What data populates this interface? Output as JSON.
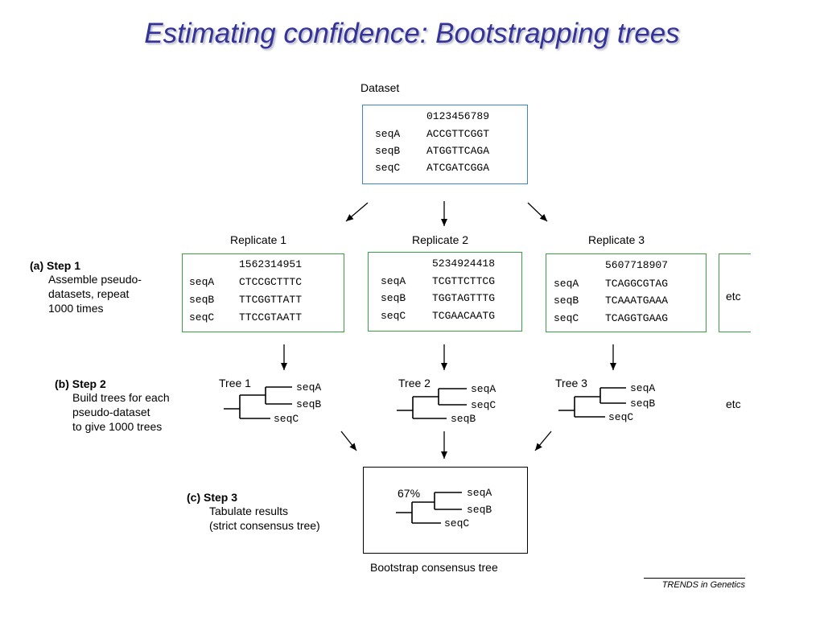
{
  "title": "Estimating confidence: Bootstrapping trees",
  "dataset": {
    "label": "Dataset",
    "header": "0123456789",
    "rows": [
      {
        "name": "seqA",
        "seq": "ACCGTTCGGT"
      },
      {
        "name": "seqB",
        "seq": "ATGGTTCAGA"
      },
      {
        "name": "seqC",
        "seq": "ATCGATCGGA"
      }
    ]
  },
  "replicates": [
    {
      "label": "Replicate 1",
      "header": "1562314951",
      "rows": [
        {
          "name": "seqA",
          "seq": "CTCCGCTTTC"
        },
        {
          "name": "seqB",
          "seq": "TTCGGTTATT"
        },
        {
          "name": "seqC",
          "seq": "TTCCGTAATT"
        }
      ]
    },
    {
      "label": "Replicate 2",
      "header": "5234924418",
      "rows": [
        {
          "name": "seqA",
          "seq": "TCGTTCTTCG"
        },
        {
          "name": "seqB",
          "seq": "TGGTAGTTTG"
        },
        {
          "name": "seqC",
          "seq": "TCGAACAATG"
        }
      ]
    },
    {
      "label": "Replicate 3",
      "header": "5607718907",
      "rows": [
        {
          "name": "seqA",
          "seq": "TCAGGCGTAG"
        },
        {
          "name": "seqB",
          "seq": "TCAAATGAAA"
        },
        {
          "name": "seqC",
          "seq": "TCAGGTGAAG"
        }
      ]
    }
  ],
  "etc_label": "etc",
  "steps": [
    {
      "title": "(a) Step 1",
      "lines": [
        "Assemble pseudo-",
        "datasets, repeat",
        "1000 times"
      ]
    },
    {
      "title": "(b) Step 2",
      "lines": [
        "Build trees for each",
        "pseudo-dataset",
        "to give 1000 trees"
      ]
    },
    {
      "title": "(c) Step 3",
      "lines": [
        "Tabulate results",
        "(strict consensus tree)"
      ]
    }
  ],
  "trees": [
    {
      "label": "Tree 1",
      "leaves": [
        "seqA",
        "seqB",
        "seqC"
      ]
    },
    {
      "label": "Tree 2",
      "leaves": [
        "seqA",
        "seqC",
        "seqB"
      ]
    },
    {
      "label": "Tree 3",
      "leaves": [
        "seqA",
        "seqB",
        "seqC"
      ]
    }
  ],
  "consensus": {
    "support": "67%",
    "leaves": [
      "seqA",
      "seqB",
      "seqC"
    ],
    "caption": "Bootstrap consensus tree"
  },
  "credit": "TRENDS in Genetics"
}
